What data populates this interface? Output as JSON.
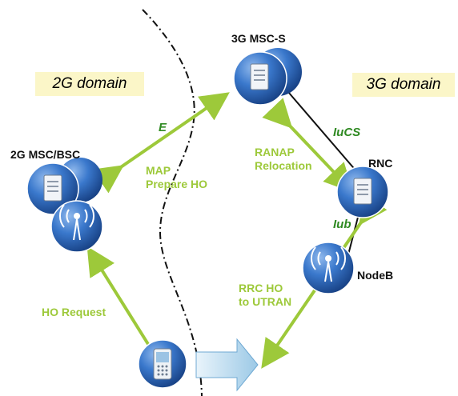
{
  "domains": {
    "left": "2G domain",
    "right": "3G domain"
  },
  "nodes": {
    "msc_s": "3G MSC-S",
    "msc_bsc": "2G MSC/BSC",
    "rnc": "RNC",
    "nodeb": "NodeB"
  },
  "interfaces": {
    "e": "E",
    "iucs": "IuCS",
    "iub": "Iub"
  },
  "links": {
    "map_line1": "MAP",
    "map_line2": "Prepare HO",
    "ranap_line1": "RANAP",
    "ranap_line2": "Relocation",
    "rrc_line1": "RRC HO",
    "rrc_line2": "to UTRAN",
    "ho_request": "HO Request"
  },
  "colors": {
    "arrow": "#9dc93a",
    "node_blue": "#2a64b8",
    "domain_fill": "#fbf6c8",
    "boundary": "#111111"
  }
}
